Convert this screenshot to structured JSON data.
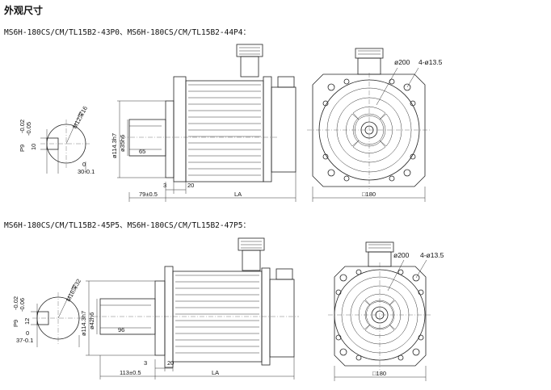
{
  "heading": "外观尺寸",
  "drawings": [
    {
      "caption": "MS6H-180CS/CM/TL15B2-43P0、MS6H-180CS/CM/TL15B2-44P4：",
      "key_top_tol": "-0.02",
      "key_bot_tol": "-0.05",
      "key_width": "P9",
      "key_depth": "10",
      "tap": "M12深16",
      "shaft_zero": "0",
      "shaft_height": "30-0.1",
      "flange_pilot": "ø114.3h7",
      "shaft_dia": "ø35h6",
      "key_length": "65",
      "flange_thick": "3",
      "flange_width": "20",
      "shaft_len": "79±0.5",
      "body_len": "LA",
      "pcd": "ø200",
      "holes": "4-ø13.5",
      "square": "□180"
    },
    {
      "caption": "MS6H-180CS/CM/TL15B2-45P5、MS6H-180CS/CM/TL15B2-47P5：",
      "key_top_tol": "-0.02",
      "key_bot_tol": "-0.06",
      "key_width": "P9",
      "key_depth": "12",
      "tap": "M16深32",
      "shaft_zero": "0",
      "shaft_height": "37-0.1",
      "flange_pilot": "ø114.3h7",
      "shaft_dia": "ø42h6",
      "key_length": "96",
      "flange_thick": "3",
      "flange_width": "20",
      "shaft_len": "113±0.5",
      "body_len": "LA",
      "pcd": "ø200",
      "holes": "4-ø13.5",
      "square": "□180"
    }
  ]
}
